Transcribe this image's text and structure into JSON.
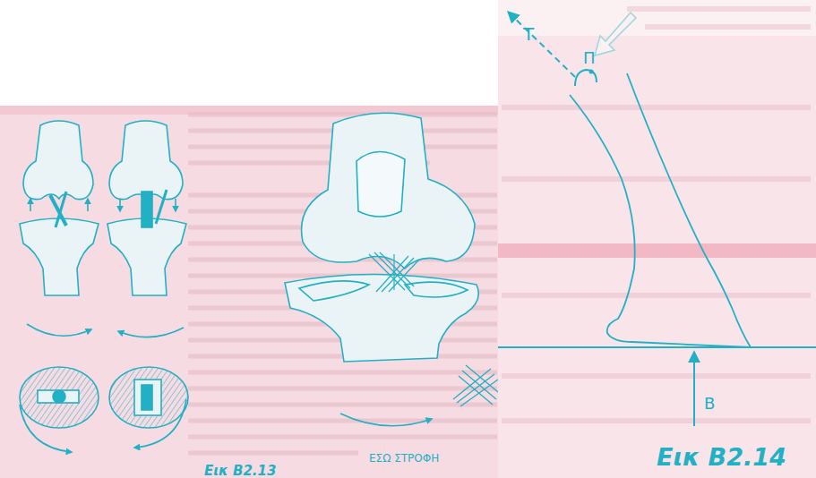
{
  "diagram": {
    "labels": [
      "Εικ Β2.13",
      "ΕΣΩ ΣΤΡΟΦΗ",
      "Τ",
      "Π",
      "Β",
      "Εικ Β2.14"
    ]
  }
}
